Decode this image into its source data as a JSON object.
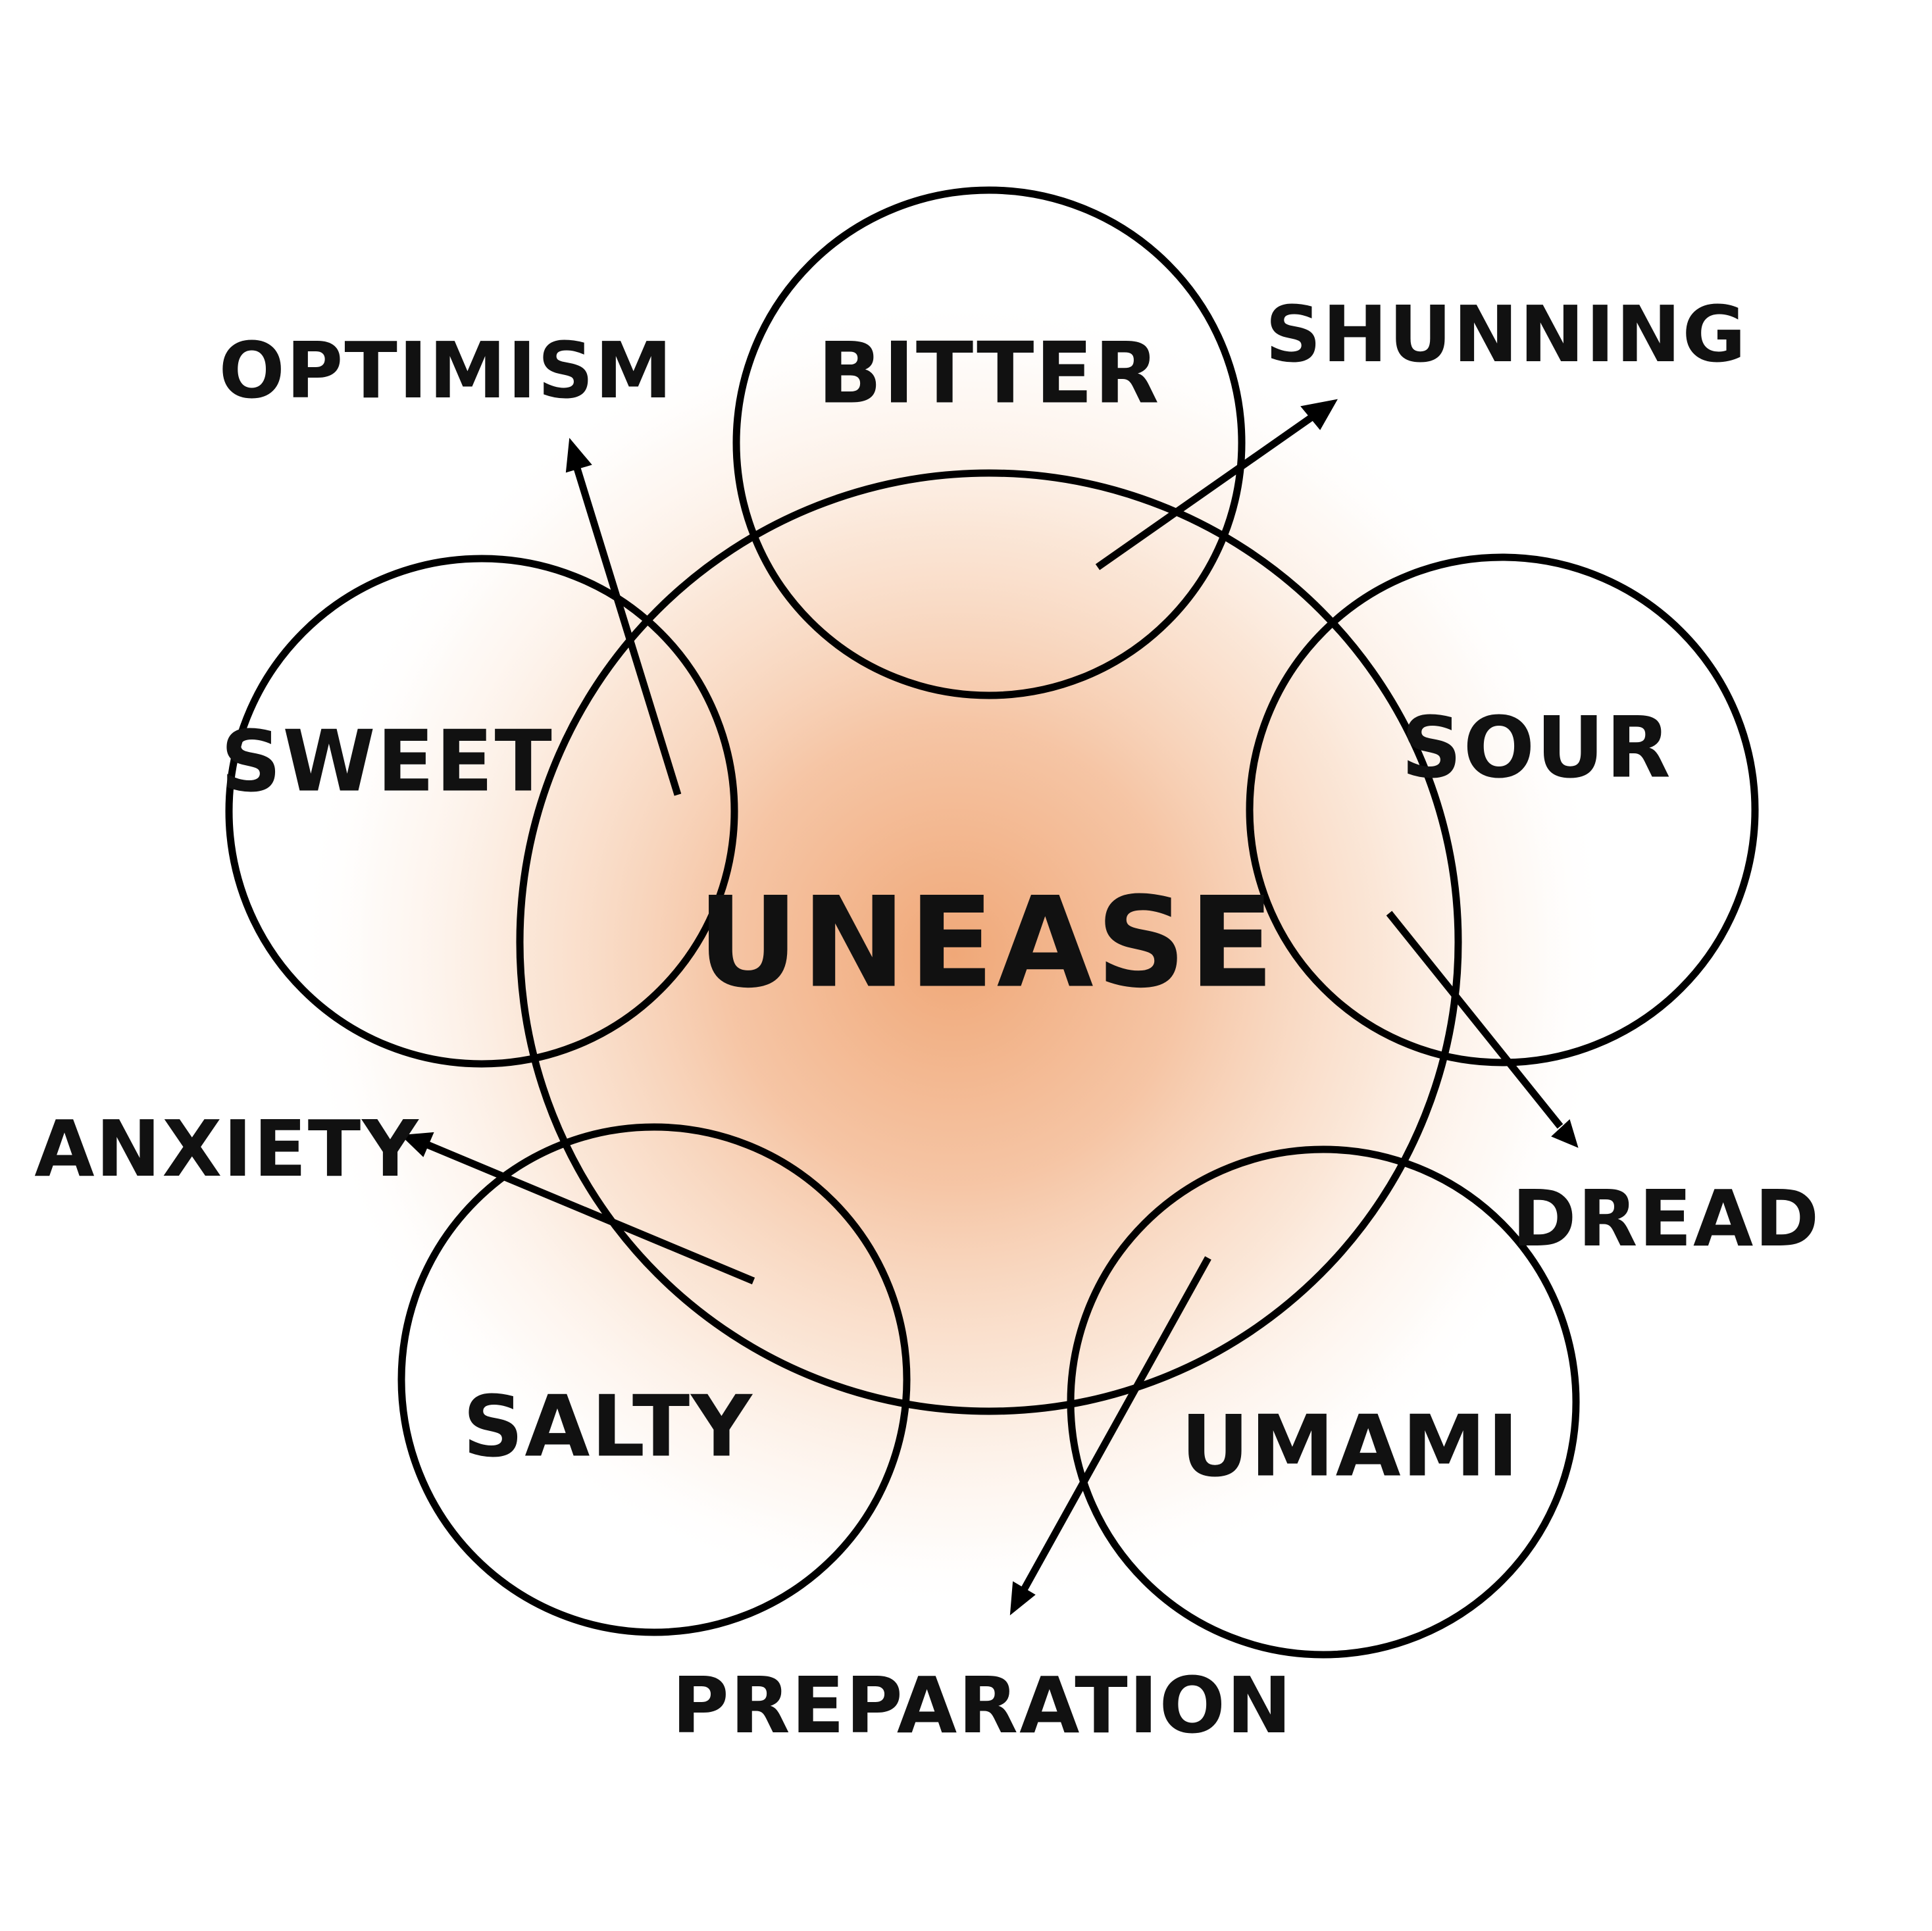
{
  "center": {
    "label": "UNEASE"
  },
  "tastes": [
    {
      "id": "bitter",
      "label": "BITTER"
    },
    {
      "id": "sour",
      "label": "SOUR"
    },
    {
      "id": "umami",
      "label": "UMAMI"
    },
    {
      "id": "salty",
      "label": "SALTY"
    },
    {
      "id": "sweet",
      "label": "SWEET"
    }
  ],
  "emotions": [
    {
      "id": "shunning",
      "label": "SHUNNING"
    },
    {
      "id": "dread",
      "label": "DREAD"
    },
    {
      "id": "preparation",
      "label": "PREPARATION"
    },
    {
      "id": "anxiety",
      "label": "ANXIETY"
    },
    {
      "id": "optimism",
      "label": "OPTIMISM"
    }
  ],
  "colors": {
    "stroke": "#000000",
    "text": "#111111",
    "glow_center": "#f0a878",
    "background": "#ffffff"
  }
}
